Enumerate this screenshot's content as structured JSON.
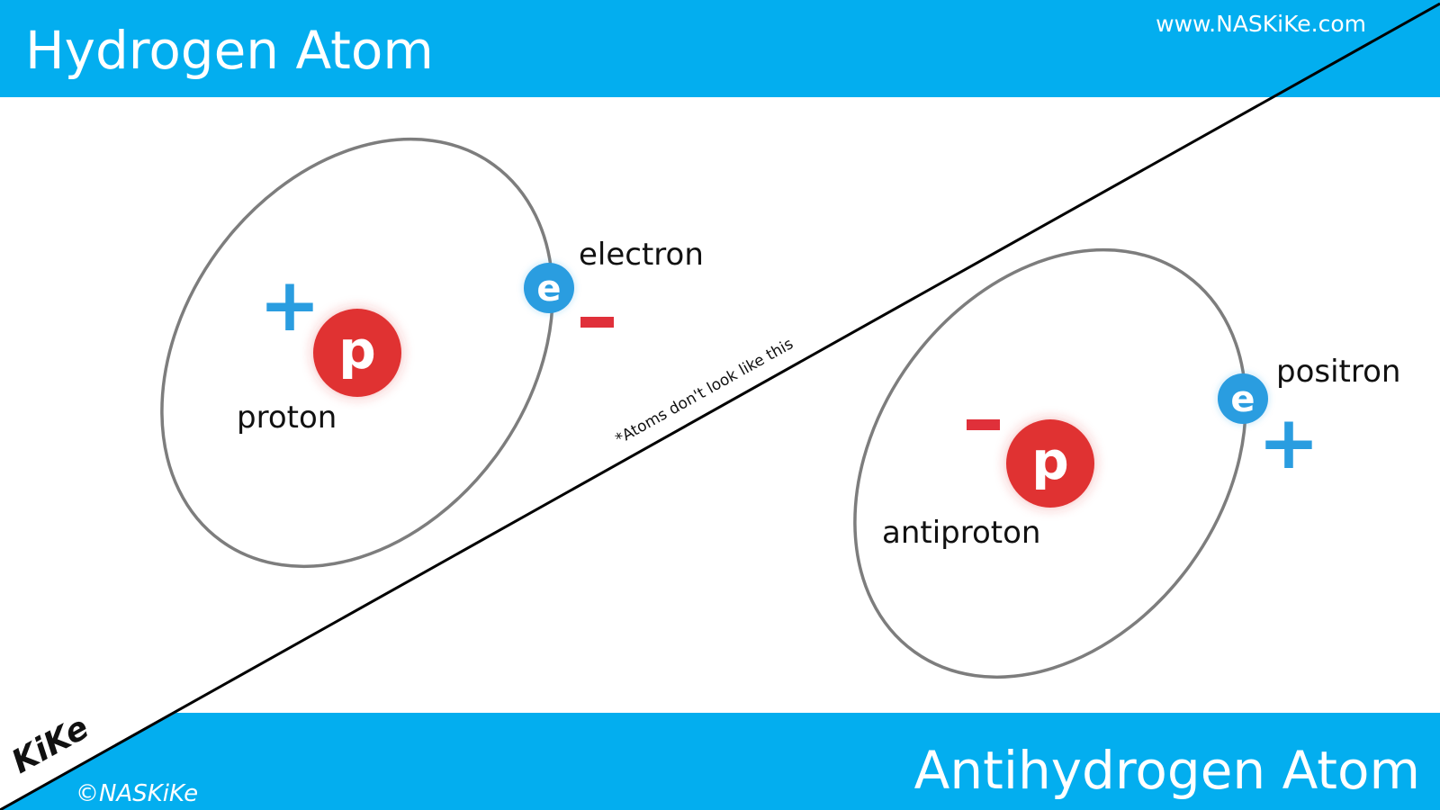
{
  "colors": {
    "banner": "#03aeef",
    "proton_red": "#e03131",
    "lepton_blue": "#2a9de0",
    "charge_red": "#e0303a",
    "charge_blue": "#2a9de0",
    "orbit_gray": "#7d7d7d",
    "divider": "#000000",
    "text": "#111111",
    "white": "#ffffff"
  },
  "header": {
    "title": "Hydrogen Atom",
    "website": "www.NASKiKe.com"
  },
  "footer": {
    "title": "Antihydrogen Atom",
    "logo_text": "KiKe",
    "credit": "©NASKiKe"
  },
  "divider_note": "*Atoms don't look like this",
  "hydrogen": {
    "nucleus_symbol": "p",
    "nucleus_label": "proton",
    "nucleus_charge": "+",
    "orbiter_symbol": "e",
    "orbiter_label": "electron",
    "orbiter_charge": "−"
  },
  "antihydrogen": {
    "nucleus_symbol": "p",
    "nucleus_label": "antiproton",
    "nucleus_charge": "−",
    "orbiter_symbol": "e",
    "orbiter_label": "positron",
    "orbiter_charge": "+"
  }
}
